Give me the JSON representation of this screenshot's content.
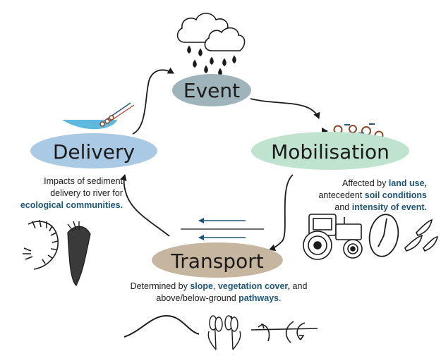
{
  "stages": {
    "event": "Event",
    "mobilisation": "Mobilisation",
    "transport": "Transport",
    "delivery": "Delivery"
  },
  "colors": {
    "event_oval": "#9fb4ba",
    "mobilisation_oval": "#bfe3cf",
    "transport_oval": "#c7b69f",
    "delivery_oval": "#a9c9e4",
    "keyword": "#1f5677",
    "arrow": "#1b1b1b"
  },
  "captions": {
    "mobilisation": {
      "line1_pre": "Affected by ",
      "land_use": "land use,",
      "line2_pre": "antecedent ",
      "soil_conditions": "soil conditions",
      "line3_pre": "and ",
      "intensity": "intensity of event."
    },
    "transport": {
      "line1_pre": "Determined by ",
      "slope": "slope",
      "comma": ", ",
      "vegetation": "vegetation cover,",
      "and": " and",
      "line2_pre": "above/below-ground ",
      "pathways": "pathways",
      "period": "."
    },
    "delivery": {
      "line1": "Impacts of sediment",
      "line2": "delivery to river for",
      "ecological": "ecological communities."
    }
  },
  "icons": [
    "rain-cloud-icon",
    "sediment-particles-icon",
    "tractor-icon",
    "clock-icon",
    "raindrops-icon",
    "flow-arrows-icon",
    "hill-slope-icon",
    "wheat-plants-icon",
    "pathway-arrows-icon",
    "river-channel-icon",
    "larva-icon"
  ]
}
